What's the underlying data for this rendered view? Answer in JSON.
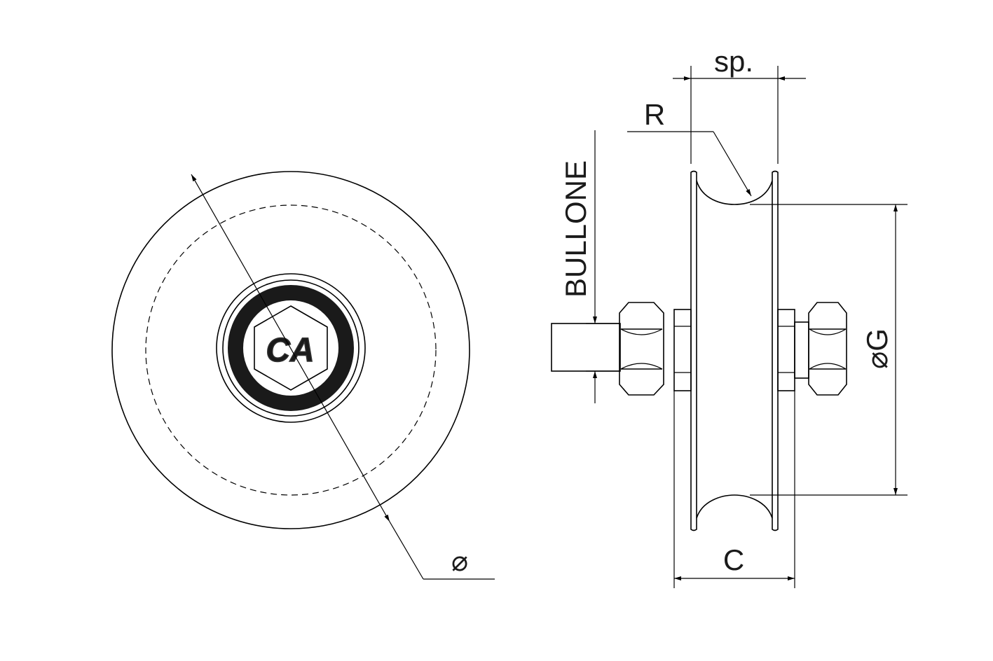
{
  "labels": {
    "diameter_symbol": "⌀",
    "logo_text": "CA",
    "sp": "sp.",
    "r": "R",
    "bullone": "BULLONE",
    "g": "⌀G",
    "c": "C"
  }
}
